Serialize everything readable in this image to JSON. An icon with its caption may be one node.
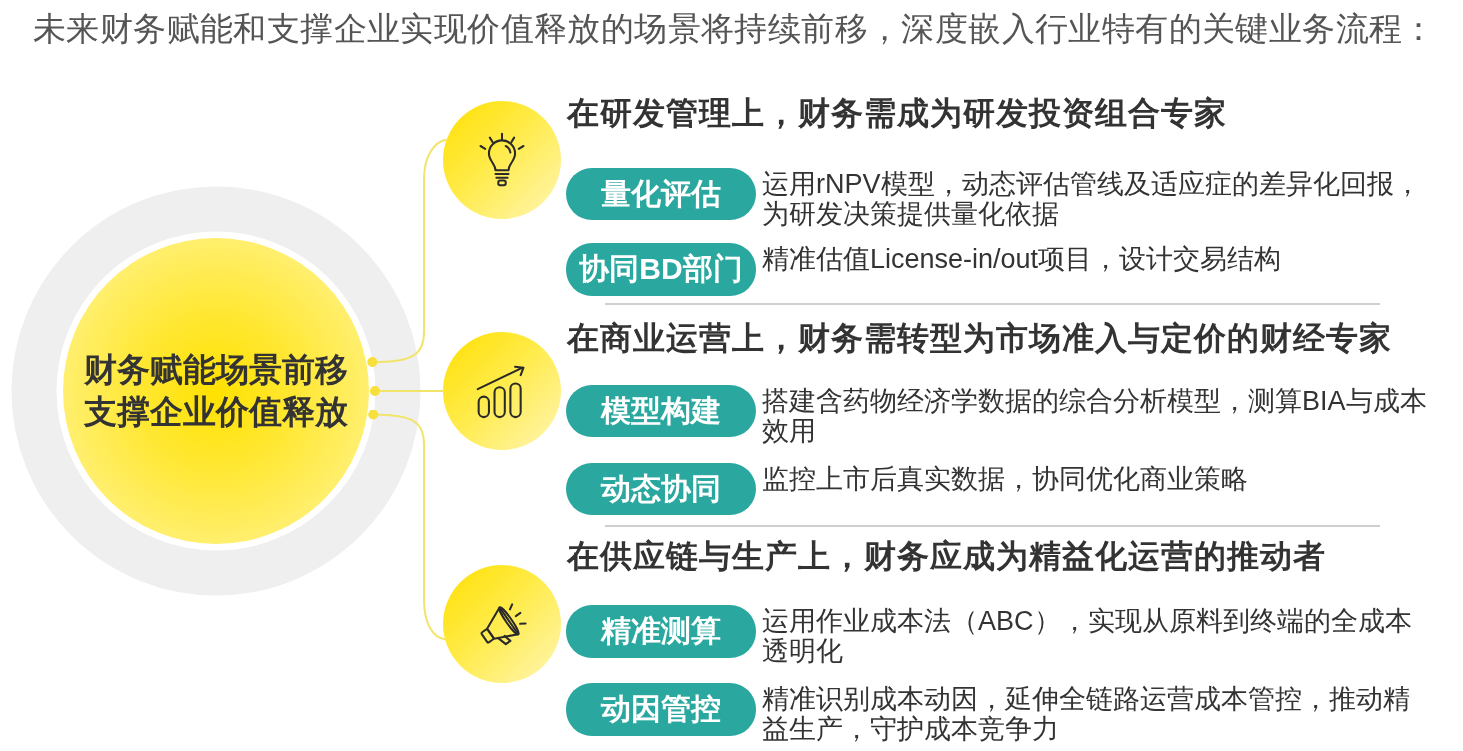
{
  "diagram": {
    "title": "未来财务赋能和支撑企业实现价值释放的场景将持续前移，深度嵌入行业特有的关键业务流程：",
    "nodes": [
      {
        "text": [
          "财务赋能场景前移支撑企业价值释放"
        ]
      },
      {
        "text": [],
        "shape": "circle"
      },
      {
        "text": [
          "量化评估"
        ],
        "beside": [
          "运用rNPV模型，动态评估管线及适应症的差异化回报，为研发决策提供量化依据"
        ]
      },
      {
        "text": [
          "协同BD部门"
        ],
        "beside": [
          "精准估值License-in/out项目，设计交易结构"
        ]
      },
      {
        "text": [],
        "shape": "circle"
      },
      {
        "text": [
          "模型构建"
        ],
        "beside": [
          "搭建含药物经济学数据的综合分析模型，测算BIA与成本效用"
        ]
      },
      {
        "text": [
          "动态协同"
        ],
        "beside": [
          "监控上市后真实数据，协同优化商业策略"
        ]
      },
      {
        "text": [],
        "shape": "circle"
      },
      {
        "text": [
          "精准测算"
        ],
        "beside": [
          "运用作业成本法（ABC），实现从原料到终端的全成本透明化"
        ]
      },
      {
        "text": [
          "动因管控"
        ],
        "beside": [
          "精准识别成本动因，延伸全链路运营成本管控，推动精益生产，守护成本竞争力"
        ]
      }
    ],
    "edges": [
      {
        "from": 0,
        "to": 1,
        "arrow": "other"
      },
      {
        "from": 0,
        "to": 4,
        "arrow": "other"
      },
      {
        "from": 0,
        "to": 7,
        "arrow": "other"
      }
    ],
    "labels": [
      "在研发管理上，财务需成为研发投资组合专家",
      "在商业运营上，财务需转型为市场准入与定价的财经专家",
      "在供应链与生产上，财务应成为精益化运营的推动者"
    ]
  }
}
